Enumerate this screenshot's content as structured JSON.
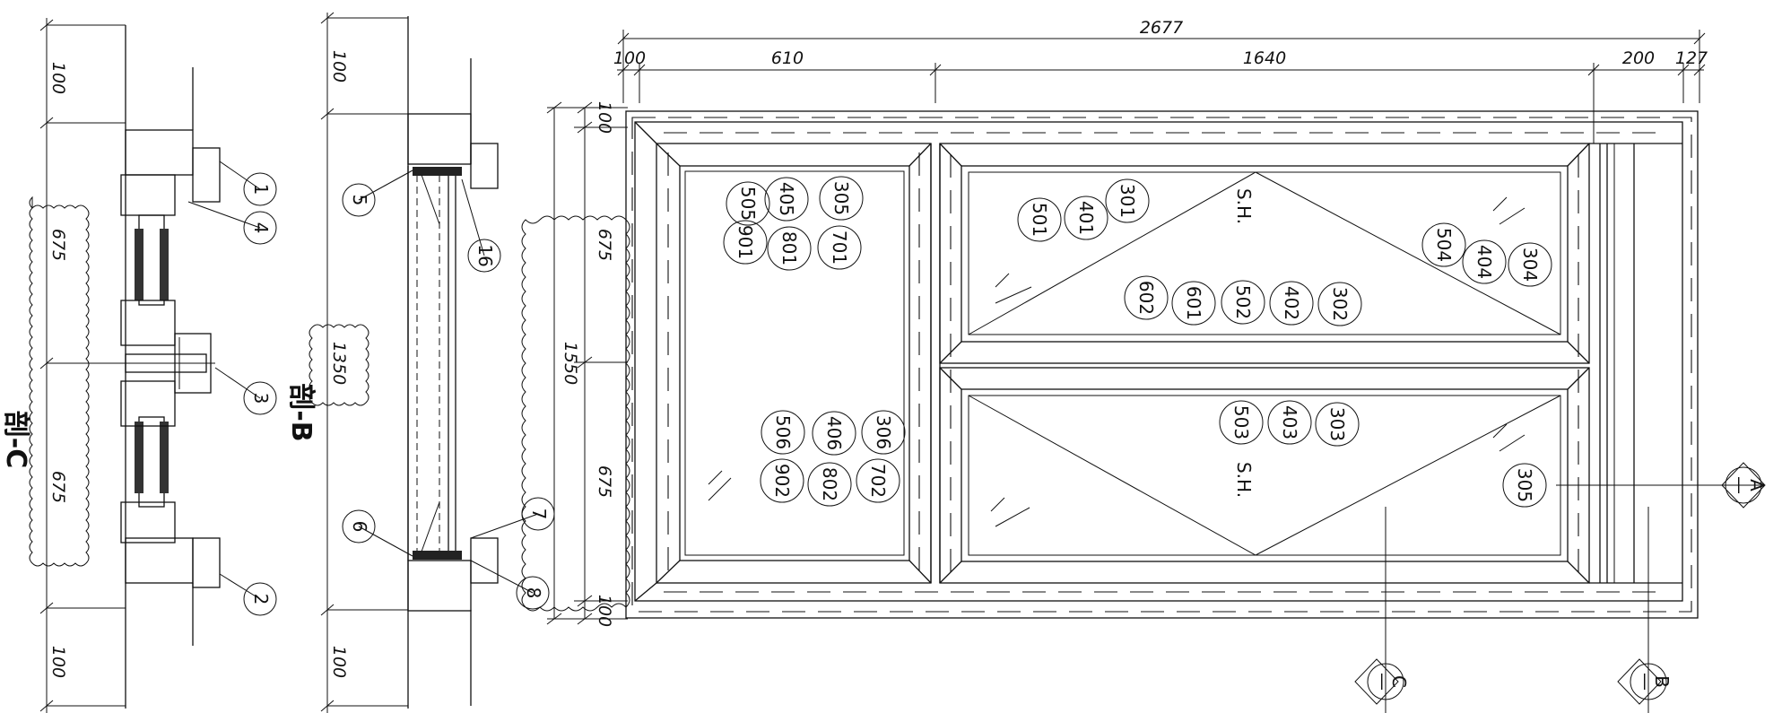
{
  "dimensions": {
    "overall_width": "2677",
    "w_100": "100",
    "w_610": "610",
    "w_1640": "1640",
    "w_200": "200",
    "w_127": "127",
    "h_top_100": "100",
    "h_675_a": "675",
    "h_1550": "1550",
    "h_675_b": "675",
    "h_bottom_100": "100"
  },
  "section_c": {
    "title": "剖-C",
    "dims": [
      "100",
      "675",
      "675",
      "100"
    ],
    "callouts": [
      "1",
      "4",
      "3",
      "2"
    ]
  },
  "section_b": {
    "title": "剖-B",
    "dims": [
      "100",
      "1350",
      "100"
    ],
    "callouts": [
      "5",
      "16",
      "6",
      "7",
      "8"
    ]
  },
  "panel_left_top_tags": [
    "505",
    "405",
    "305",
    "901",
    "801",
    "701"
  ],
  "panel_left_bottom_tags": [
    "506",
    "406",
    "306",
    "902",
    "802",
    "702"
  ],
  "panel_right_top_tags_a": [
    "501",
    "401",
    "301"
  ],
  "panel_right_top_tags_b": [
    "602",
    "601",
    "502",
    "402",
    "302"
  ],
  "panel_right_top_tags_c": [
    "504",
    "404",
    "304"
  ],
  "panel_right_bottom_tags": [
    "503",
    "403",
    "303"
  ],
  "panel_right_bottom_extra": "305",
  "sash_label_top": "S.H.",
  "sash_label_bottom": "S.H.",
  "markers": {
    "a": {
      "letter": "A",
      "dash": "—"
    },
    "b": {
      "letter": "B",
      "dash": "—"
    },
    "c": {
      "letter": "C",
      "dash": "—"
    }
  }
}
